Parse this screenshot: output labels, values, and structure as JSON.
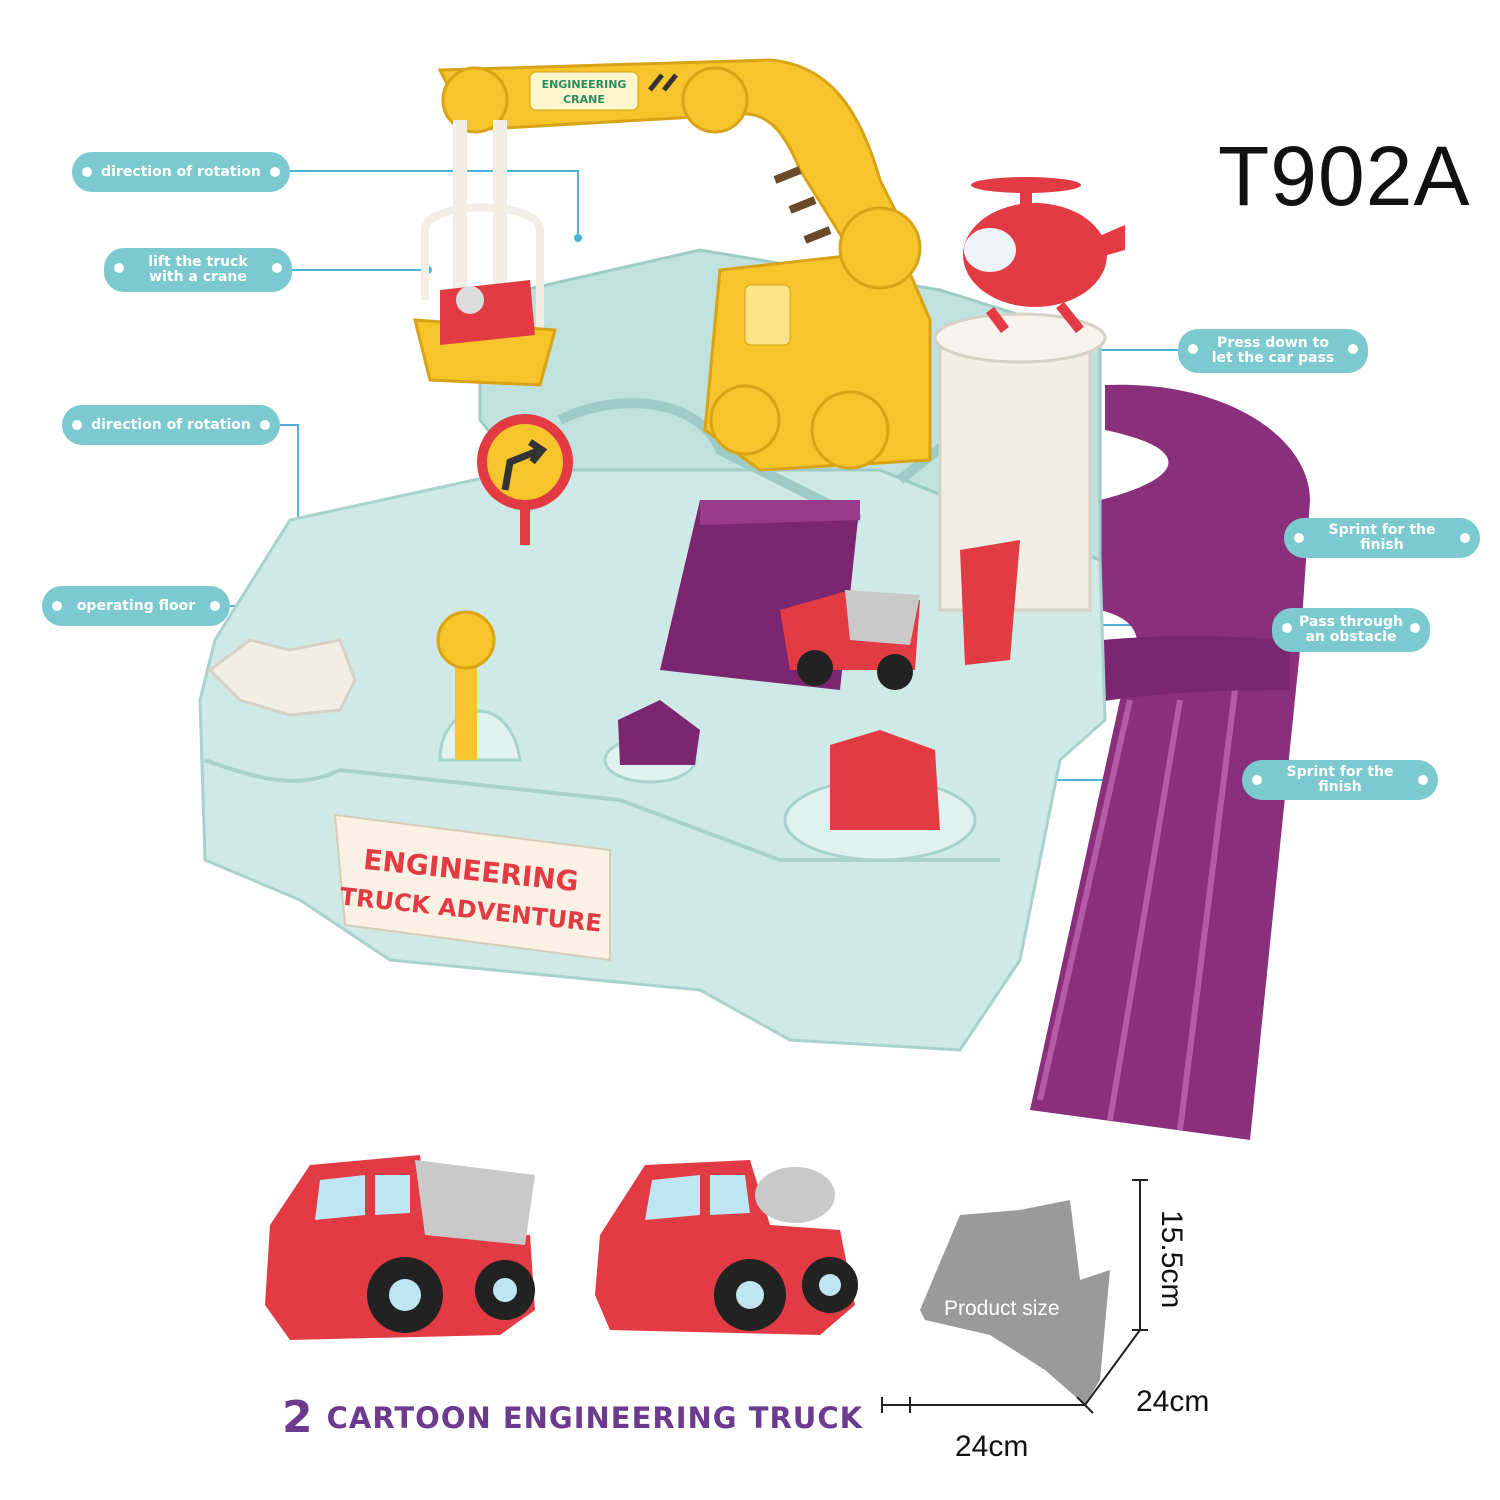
{
  "model_number": "T902A",
  "callouts": {
    "direction_of_rotation_top": "direction of rotation",
    "lift_truck_crane": "lift the truck\nwith a crane",
    "direction_of_rotation_mid": "direction of rotation",
    "operating_floor": "operating floor",
    "press_down": "Press down to\nlet the car pass",
    "sprint_finish_top": "Sprint for the finish",
    "pass_obstacle": "Pass through\nan obstacle",
    "sprint_finish_bottom": "Sprint for the finish"
  },
  "crane_label": {
    "line1": "ENGINEERING",
    "line2": "CRANE"
  },
  "product_label": {
    "line1": "ENGINEERING",
    "line2": "TRUCK ADVENTURE"
  },
  "caption": {
    "number": "2",
    "text": "CARTOON ENGINEERING TRUCK"
  },
  "dimensions": {
    "height": "15.5cm",
    "depth": "24cm",
    "width": "24cm",
    "size_label": "Product size"
  },
  "colors": {
    "callout": "#7cc9cf",
    "base": "#cfe9e6",
    "track": "#8a2f7c",
    "crane": "#f5c52b",
    "truck": "#e23b43"
  }
}
